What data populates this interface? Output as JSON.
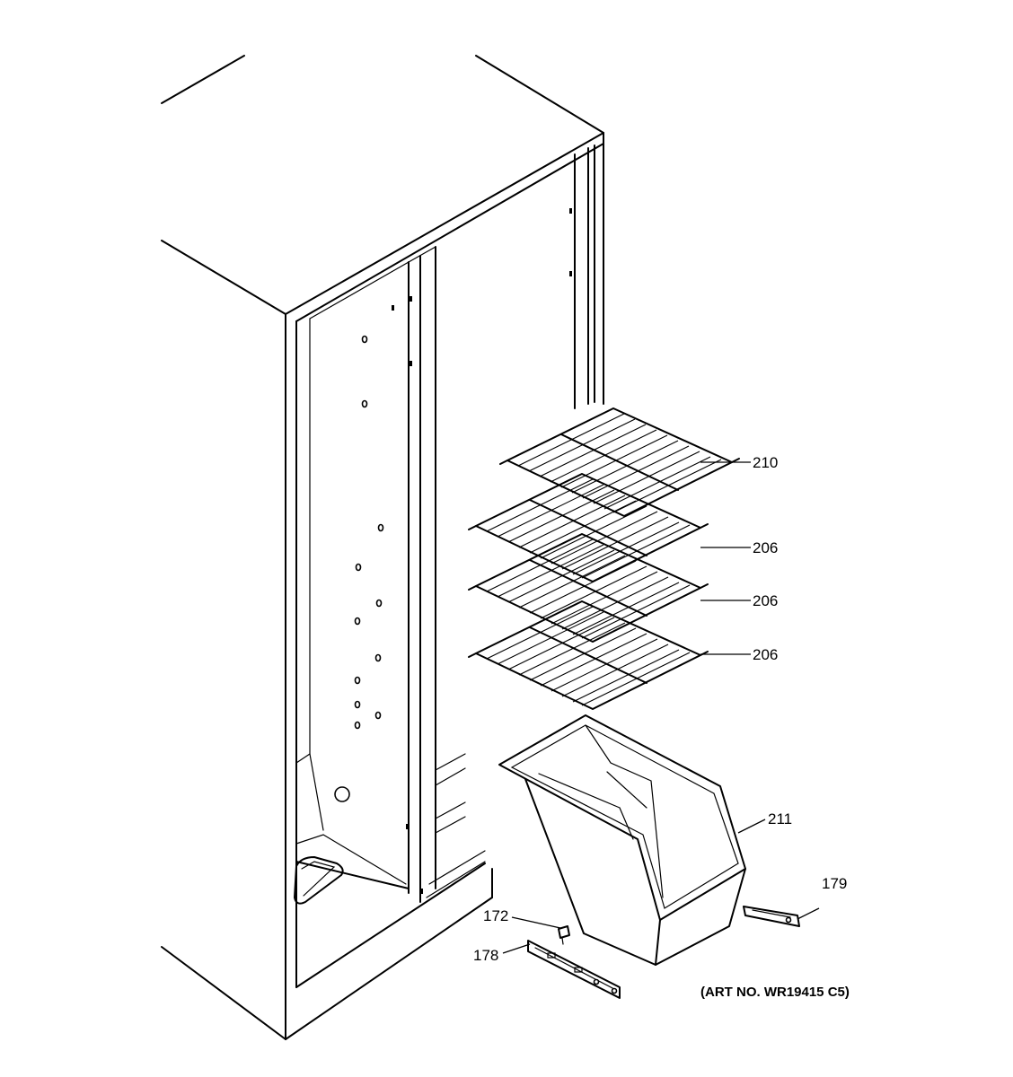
{
  "callouts": {
    "shelf_top": "210",
    "shelf_2": "206",
    "shelf_3": "206",
    "shelf_4": "206",
    "ice_bucket": "211",
    "slide_rail_right": "179",
    "screw": "172",
    "slide_rail_left": "178"
  },
  "art_number": "(ART NO. WR19415 C5)"
}
